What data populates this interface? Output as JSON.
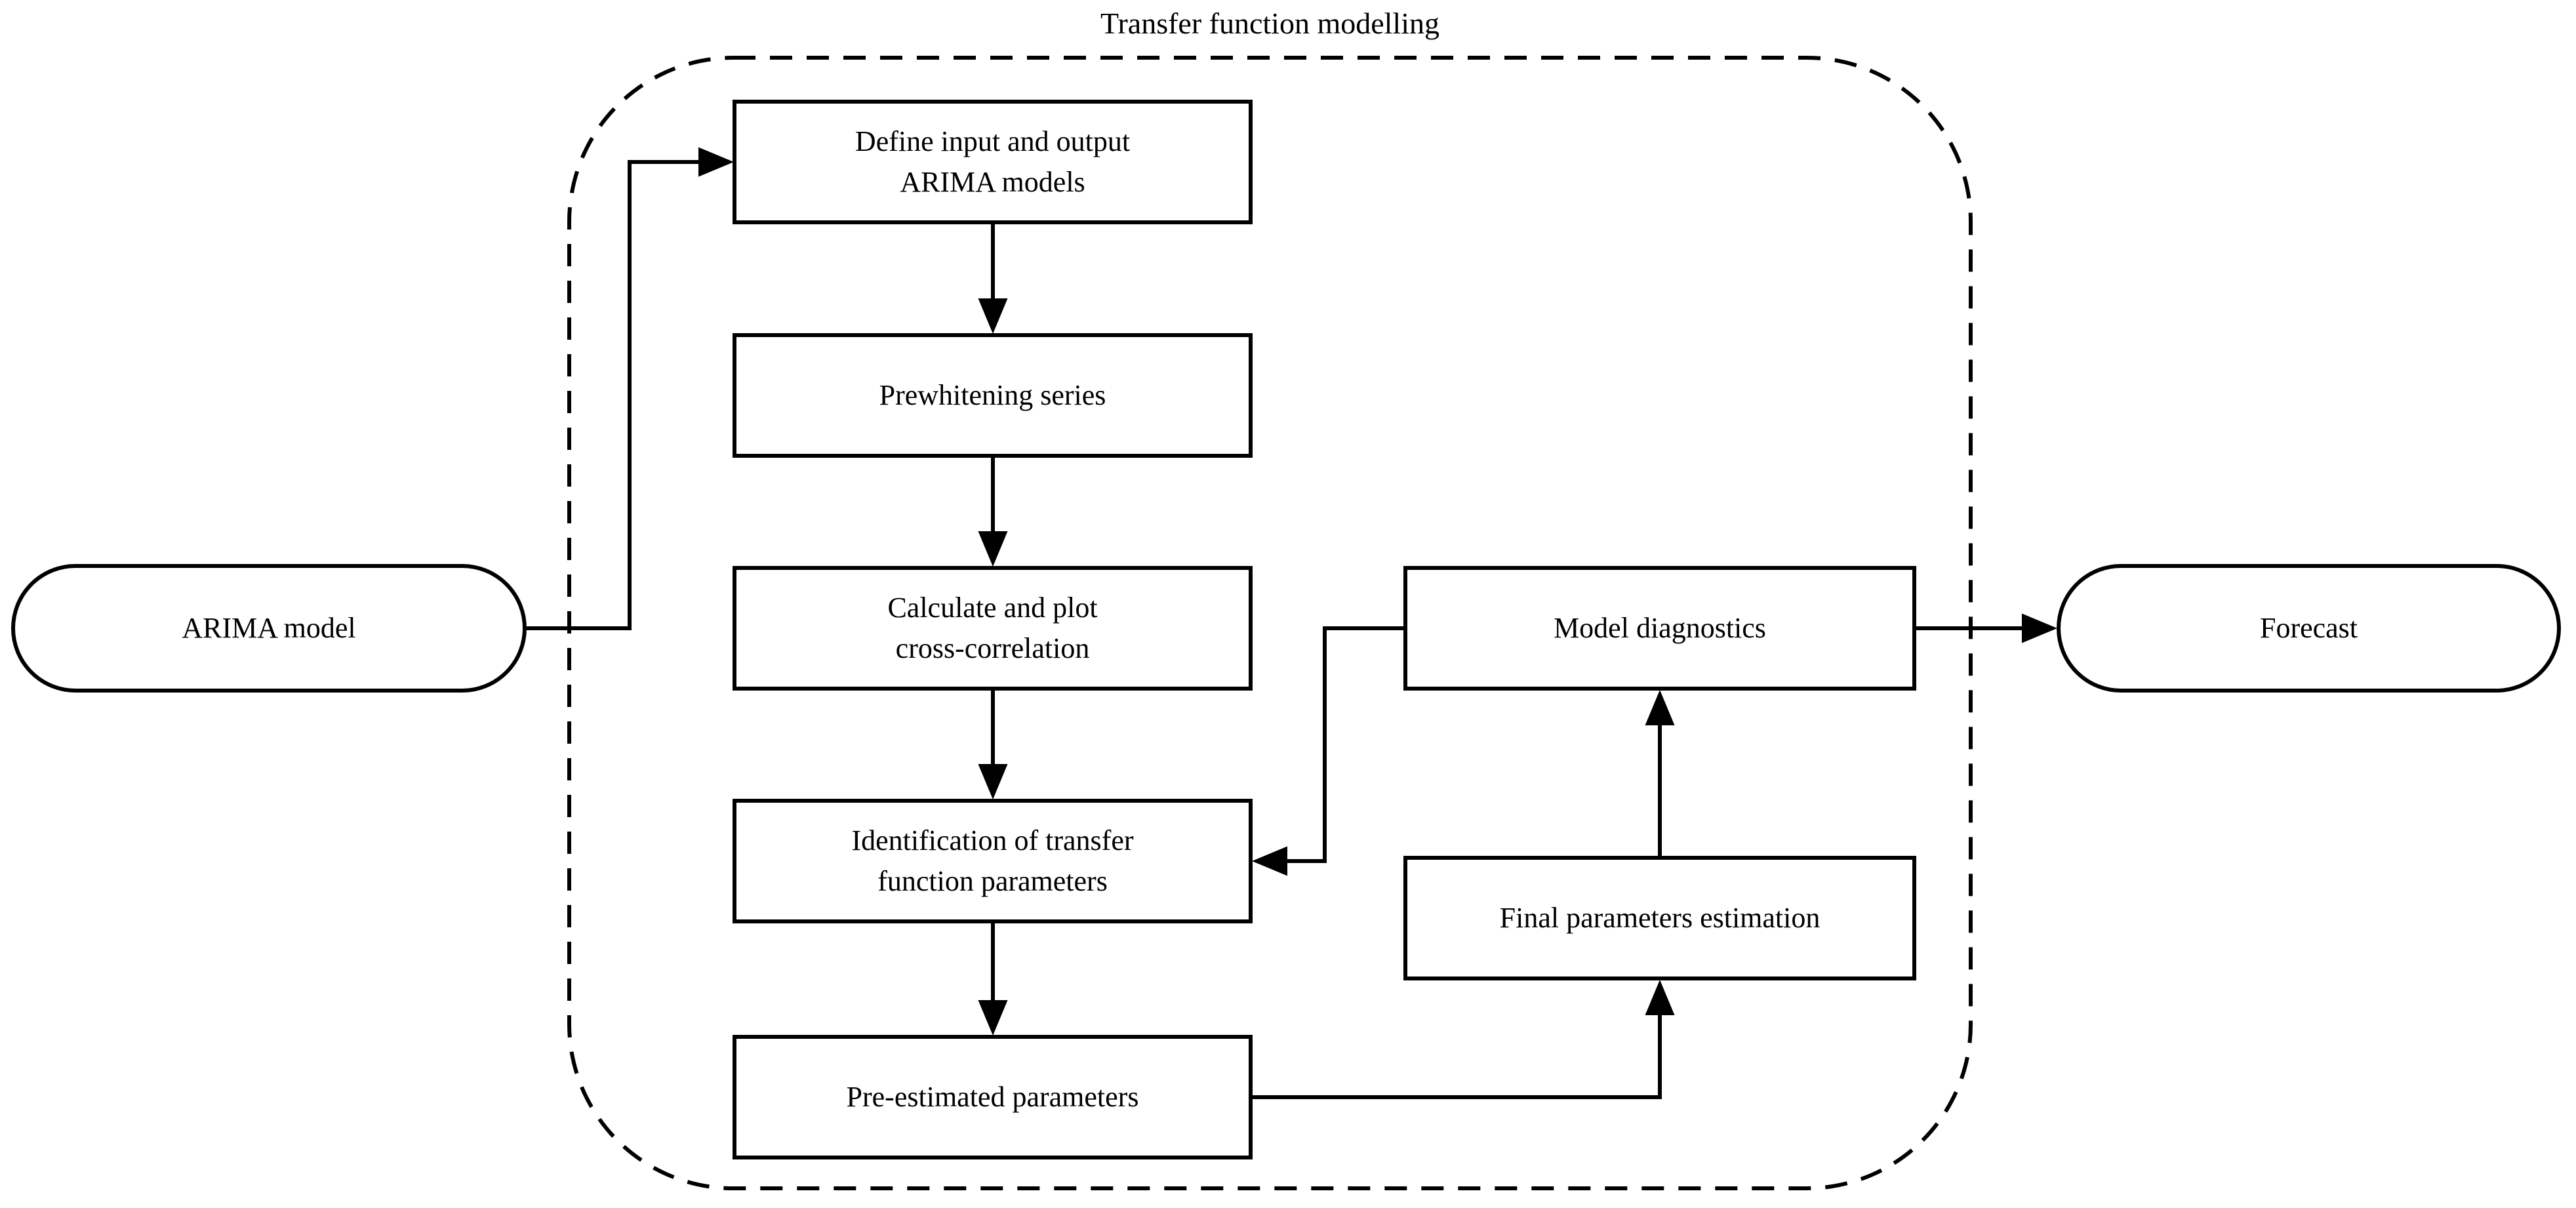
{
  "title": "Transfer function modelling",
  "nodes": {
    "arima": {
      "label": "ARIMA model",
      "shape": "terminator"
    },
    "define": {
      "label": "Define input and output\nARIMA models",
      "shape": "process"
    },
    "prewhiten": {
      "label": "Prewhitening series",
      "shape": "process"
    },
    "crosscorr": {
      "label": "Calculate and plot\ncross-correlation",
      "shape": "process"
    },
    "identify": {
      "label": "Identification of transfer\nfunction parameters",
      "shape": "process"
    },
    "preest": {
      "label": "Pre-estimated parameters",
      "shape": "process"
    },
    "modeldiag": {
      "label": "Model diagnostics",
      "shape": "process"
    },
    "finalest": {
      "label": "Final parameters estimation",
      "shape": "process"
    },
    "forecast": {
      "label": "Forecast",
      "shape": "terminator"
    }
  },
  "edges": [
    {
      "from": "arima",
      "to": "define"
    },
    {
      "from": "define",
      "to": "prewhiten"
    },
    {
      "from": "prewhiten",
      "to": "crosscorr"
    },
    {
      "from": "crosscorr",
      "to": "identify"
    },
    {
      "from": "identify",
      "to": "preest"
    },
    {
      "from": "preest",
      "to": "finalest"
    },
    {
      "from": "finalest",
      "to": "modeldiag"
    },
    {
      "from": "modeldiag",
      "to": "identify"
    },
    {
      "from": "modeldiag",
      "to": "forecast"
    }
  ],
  "colors": {
    "stroke": "#000000",
    "background": "#ffffff"
  }
}
